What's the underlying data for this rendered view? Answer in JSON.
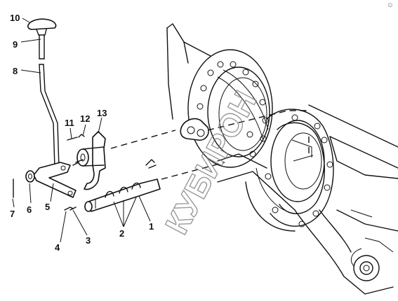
{
  "callouts": {
    "c1": "1",
    "c2": "2",
    "c3": "3",
    "c4": "4",
    "c5": "5",
    "c6": "6",
    "c7": "7",
    "c8": "8",
    "c9": "9",
    "c10": "10",
    "c11": "11",
    "c12": "12",
    "c13": "13"
  },
  "watermark": "КУБИРОН",
  "corner_mark": "⊙",
  "colors": {
    "ink": "#111111",
    "watermark": "#777777",
    "paper": "#ffffff"
  }
}
